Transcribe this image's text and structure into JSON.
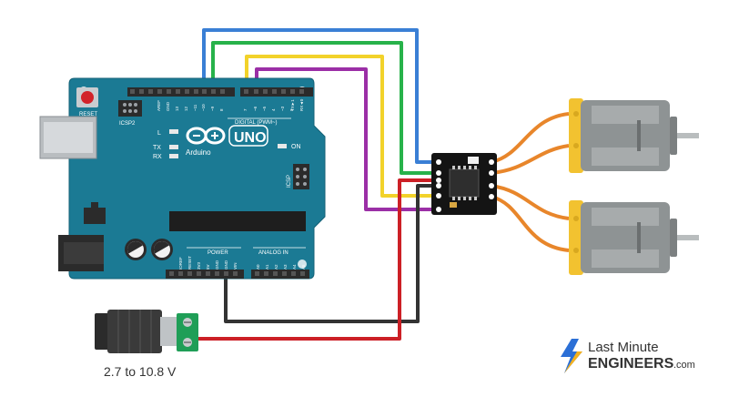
{
  "diagram": {
    "arduino": {
      "brand": "Arduino",
      "model": "UNO",
      "reset_label": "RESET",
      "icsp2_label": "ICSP2",
      "icsp_label": "ICSP",
      "digital_label": "DIGITAL (PWM~)",
      "power_label": "POWER",
      "analog_label": "ANALOG IN",
      "led_l": "L",
      "led_tx": "TX",
      "led_rx": "RX",
      "led_on": "ON",
      "aref": "AREF",
      "gnd": "GND",
      "tx_pin": "TX►1",
      "rx_pin": "RX◄0",
      "power_pins": [
        "IOREF",
        "RESET",
        "3V3",
        "5V",
        "GND",
        "GND",
        "VIN"
      ],
      "analog_pins": [
        "A0",
        "A1",
        "A2",
        "A3",
        "A4",
        "A5"
      ],
      "digital_pins": [
        "13",
        "12",
        "~11",
        "~10",
        "~9",
        "8",
        "7",
        "~6",
        "~5",
        "4",
        "~3",
        "2"
      ]
    },
    "power_supply": {
      "voltage_label": "2.7 to 10.8 V"
    },
    "logo": {
      "line1": "Last Minute",
      "line2": "ENGINEERS",
      "suffix": ".com"
    },
    "colors": {
      "board": "#1b7a94",
      "wire_blue": "#3a7fd5",
      "wire_green": "#27b24a",
      "wire_yellow": "#f2d22a",
      "wire_purple": "#9b2fa6",
      "wire_red": "#cc2026",
      "wire_black": "#333333",
      "wire_orange": "#e8862b",
      "motor_body": "#8e9394",
      "motor_cap": "#f2c230",
      "logo_blue": "#2b6fd6",
      "logo_yellow": "#f6b21d"
    }
  }
}
